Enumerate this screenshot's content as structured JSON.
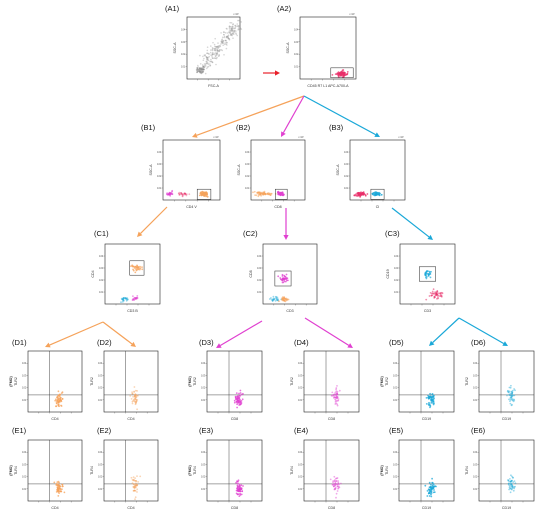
{
  "colors": {
    "gray": "#8a8a8a",
    "red_arrow": "#e8202a",
    "orange": "#f5a25a",
    "magenta": "#e040d0",
    "cyan": "#1aa8d8",
    "pink": "#e8306a",
    "frame": "#222222"
  },
  "panels": [
    {
      "label": "(A1)",
      "xlabel": "FSC-A",
      "ylabel": "SSC-A",
      "exp": "x 10³"
    },
    {
      "label": "(A2)",
      "xlabel": "CD45 R7 L1 APC-A700-A",
      "ylabel": "SSC-A",
      "exp": "x 10³"
    },
    {
      "label": "(B1)",
      "xlabel": "CD4 V",
      "ylabel": "SSC-A",
      "exp": "x 10³"
    },
    {
      "label": "(B2)",
      "xlabel": "CD8",
      "ylabel": "SSC-A",
      "exp": "x 10³"
    },
    {
      "label": "(B3)",
      "xlabel": "CI",
      "ylabel": "SSC-A",
      "exp": "x 10³"
    },
    {
      "label": "(C1)",
      "xlabel": "CD3 B",
      "ylabel": "CD4",
      "exp": ""
    },
    {
      "label": "(C2)",
      "xlabel": "CD3",
      "ylabel": "CD8",
      "exp": ""
    },
    {
      "label": "(C3)",
      "xlabel": "CD3",
      "ylabel": "CD19",
      "exp": ""
    },
    {
      "label": "(D1)",
      "xlabel": "CD4",
      "ylabel": "TLR2",
      "ytag": "(FMO)",
      "exp": ""
    },
    {
      "label": "(D2)",
      "xlabel": "CD4",
      "ylabel": "TLR2",
      "exp": ""
    },
    {
      "label": "(D3)",
      "xlabel": "CD8",
      "ylabel": "TLR2",
      "ytag": "(FMO)",
      "exp": ""
    },
    {
      "label": "(D4)",
      "xlabel": "CD8",
      "ylabel": "TLR2",
      "exp": ""
    },
    {
      "label": "(D5)",
      "xlabel": "CD19",
      "ylabel": "TLR2",
      "ytag": "(FMO)",
      "exp": ""
    },
    {
      "label": "(D6)",
      "xlabel": "CD19",
      "ylabel": "TLR2",
      "exp": ""
    },
    {
      "label": "(E1)",
      "xlabel": "CD4",
      "ylabel": "TLR4",
      "ytag": "(FMO)",
      "exp": ""
    },
    {
      "label": "(E2)",
      "xlabel": "CD4",
      "ylabel": "TLR4",
      "exp": ""
    },
    {
      "label": "(E3)",
      "xlabel": "CD8",
      "ylabel": "TLR4",
      "ytag": "(FMO)",
      "exp": ""
    },
    {
      "label": "(E4)",
      "xlabel": "CD8",
      "ylabel": "TLR4",
      "exp": ""
    },
    {
      "label": "(E5)",
      "xlabel": "CD19",
      "ylabel": "TLR4",
      "ytag": "(FMO)",
      "exp": ""
    },
    {
      "label": "(E6)",
      "xlabel": "CD19",
      "ylabel": "TLR4",
      "exp": ""
    }
  ]
}
